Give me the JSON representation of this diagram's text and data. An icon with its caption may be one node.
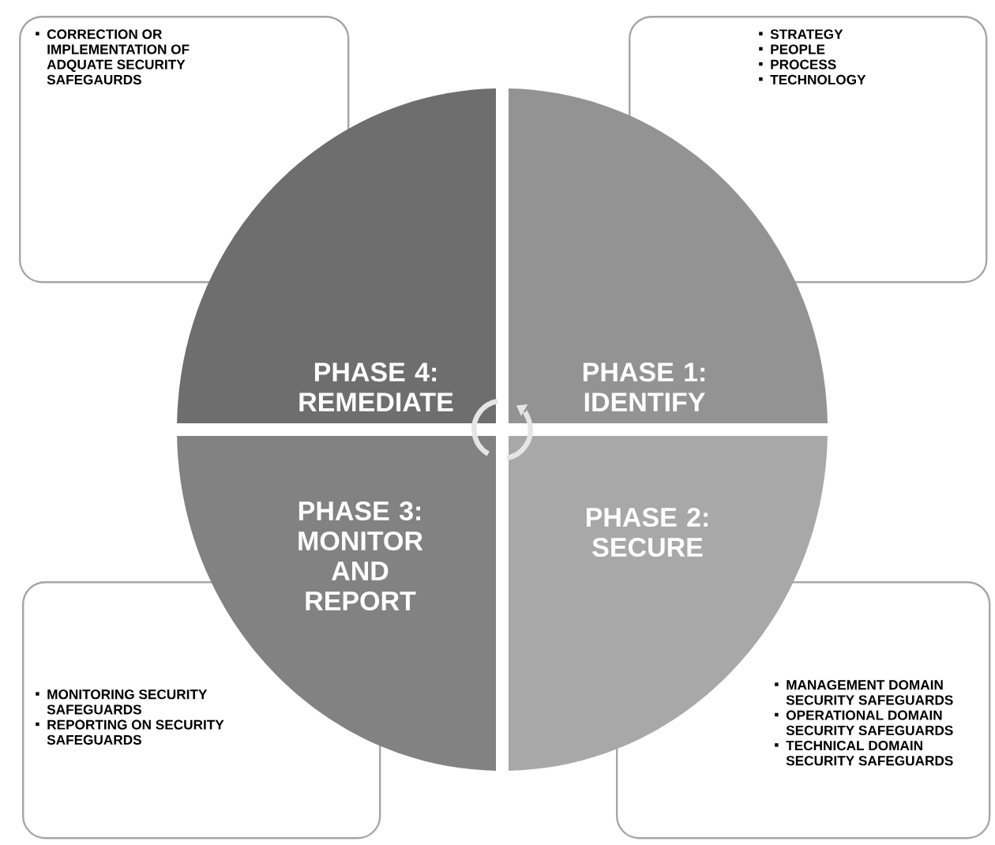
{
  "diagram": {
    "nodes": [
      {
        "text": [
          "CORRECTION OR IMPLEMENTATION OF ADQUATE SECURITY SAFEGAURDS"
        ]
      },
      {
        "text": [
          "STRATEGY",
          "PEOPLE",
          "PROCESS",
          "TECHNOLOGY"
        ]
      },
      {
        "text": [
          "PHASE 4: REMEDIATE"
        ]
      },
      {
        "text": [
          "PHASE 1: IDENTIFY"
        ]
      },
      {
        "text": [
          "PHASE 3: MONITOR AND REPORT"
        ]
      },
      {
        "text": [
          "PHASE 2: SECURE"
        ]
      },
      {
        "text": [
          "MONITORING SECURITY SAFEGUARDS",
          "REPORTING ON SECURITY SAFEGUARDS"
        ]
      },
      {
        "text": [
          "MANAGEMENT DOMAIN SECURITY SAFEGUARDS",
          "OPERATIONAL DOMAIN SECURITY SAFEGUARDS",
          "TECHNICAL DOMAIN SECURITY SAFEGUARDS"
        ]
      }
    ]
  }
}
